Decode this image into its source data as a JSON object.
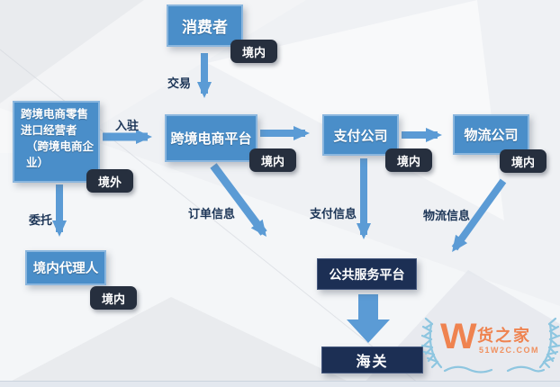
{
  "diagram": {
    "title_hint": "cross-border e-commerce import flow",
    "nodes": {
      "consumer": {
        "label": "消费者",
        "badge": "境内"
      },
      "operator": {
        "label": "跨境电商零售进口经营者",
        "label2": "（跨境电商企业）",
        "badge": "境外"
      },
      "platform": {
        "label": "跨境电商平台",
        "badge": "境内"
      },
      "payment": {
        "label": "支付公司",
        "badge": "境内"
      },
      "logistics": {
        "label": "物流公司",
        "badge": "境内"
      },
      "agent": {
        "label": "境内代理人",
        "badge": "境内"
      },
      "psp": {
        "label": "公共服务平台"
      },
      "customs": {
        "label": "海关"
      }
    },
    "edge_labels": {
      "trade": "交易",
      "settle": "入驻",
      "entrust": "委托",
      "order_info": "订单信息",
      "payment_info": "支付信息",
      "logistics_info": "物流信息"
    }
  },
  "watermark": {
    "logo_letter": "W",
    "brand": "货之家",
    "site": "51W2C.COM"
  },
  "colors": {
    "node_blue": "#4a8ec9",
    "node_border": "#8ab6de",
    "dark_navy_box": "#1c2f54",
    "badge_dark": "#262f3e",
    "arrow_blue": "#5b9bd5",
    "label_navy": "#1c3557",
    "watermark_orange": "#ef8350",
    "watermark_blue": "#8ec6e0",
    "background": "#eff1f4"
  }
}
